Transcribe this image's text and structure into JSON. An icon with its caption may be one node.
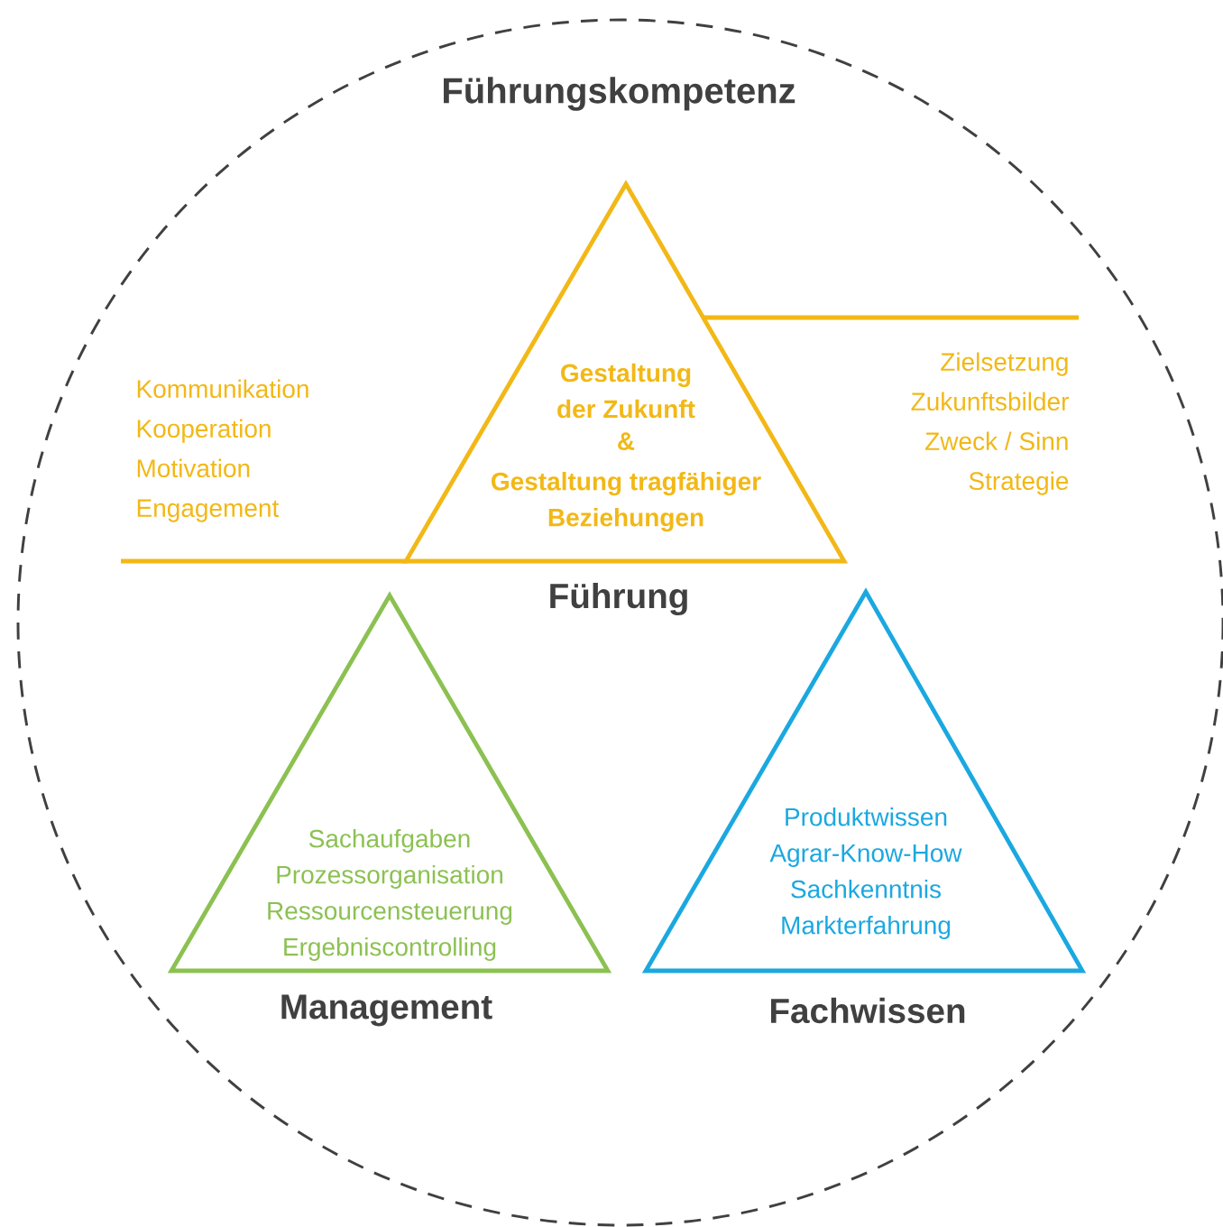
{
  "diagram": {
    "nodes": [
      {
        "text": [
          "Führungskompetenz"
        ]
      },
      {
        "text": [
          "Gestaltung der Zukunft",
          "&",
          "Gestaltung tragfähiger Beziehungen"
        ],
        "beside": [
          "Führung"
        ],
        "in": 0
      },
      {
        "text": [
          "Sachaufgaben",
          "Prozessorganisation",
          "Ressourcensteuerung",
          "Ergebniscontrolling"
        ],
        "beside": [
          "Management"
        ],
        "in": 0
      },
      {
        "text": [
          "Produktwissen",
          "Agrar-Know-How",
          "Sachkenntnis",
          "Markterfahrung"
        ],
        "beside": [
          "Fachwissen"
        ],
        "in": 0
      }
    ],
    "edges": [],
    "labels": [
      "Kommunikation",
      "Kooperation",
      "Motivation",
      "Engagement",
      "Zielsetzung",
      "Zukunftsbilder",
      "Zweck / Sinn",
      "Strategie"
    ]
  }
}
